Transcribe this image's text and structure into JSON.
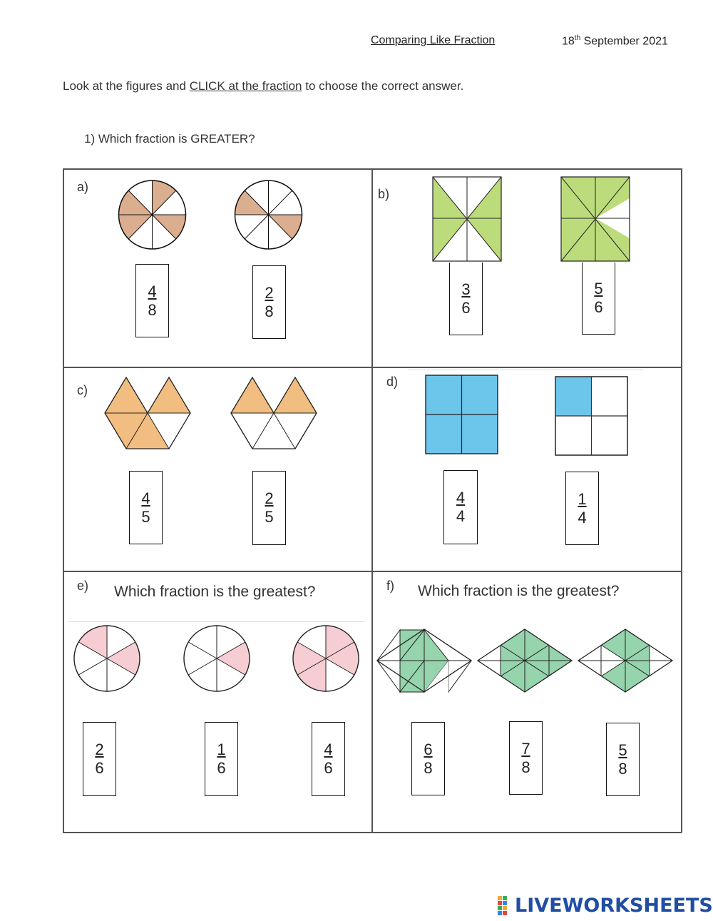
{
  "header": {
    "title": "Comparing Like Fraction",
    "date_day": "18",
    "date_suffix": "th",
    "date_rest": "September 2021"
  },
  "instructions": {
    "prefix": "Look at the figures and ",
    "link": "CLICK at the fraction",
    "suffix": " to choose the correct answer."
  },
  "question1": "1)   Which fraction is GREATER?",
  "panels": {
    "a": {
      "label": "a)",
      "options": [
        {
          "num": "4",
          "den": "8"
        },
        {
          "num": "2",
          "den": "8"
        }
      ]
    },
    "b": {
      "label": "b)",
      "options": [
        {
          "num": "3",
          "den": "6"
        },
        {
          "num": "5",
          "den": "6"
        }
      ]
    },
    "c": {
      "label": "c)",
      "options": [
        {
          "num": "4",
          "den": "5"
        },
        {
          "num": "2",
          "den": "5"
        }
      ]
    },
    "d": {
      "label": "d)",
      "options": [
        {
          "num": "4",
          "den": "4"
        },
        {
          "num": "1",
          "den": "4"
        }
      ]
    },
    "e": {
      "label": "e)",
      "question": "Which fraction is the greatest?",
      "options": [
        {
          "num": "2",
          "den": "6"
        },
        {
          "num": "1",
          "den": "6"
        },
        {
          "num": "4",
          "den": "6"
        }
      ]
    },
    "f": {
      "label": "f)",
      "question": "Which fraction is the greatest?",
      "options": [
        {
          "num": "6",
          "den": "8"
        },
        {
          "num": "7",
          "den": "8"
        },
        {
          "num": "5",
          "den": "8"
        }
      ]
    }
  },
  "colors": {
    "orange_shade": "#dcae90",
    "green_shade": "#bcdc7c",
    "hex_shade": "#f1bd80",
    "blue_shade": "#6cc5ea",
    "pink_shade": "#f6cdd2",
    "rhombus_shade": "#95d4ac",
    "logo_blue": "#1f4ea3"
  },
  "footer": {
    "brand": "LIVEWORKSHEETS",
    "icon": "liveworksheets-logo-icon"
  }
}
